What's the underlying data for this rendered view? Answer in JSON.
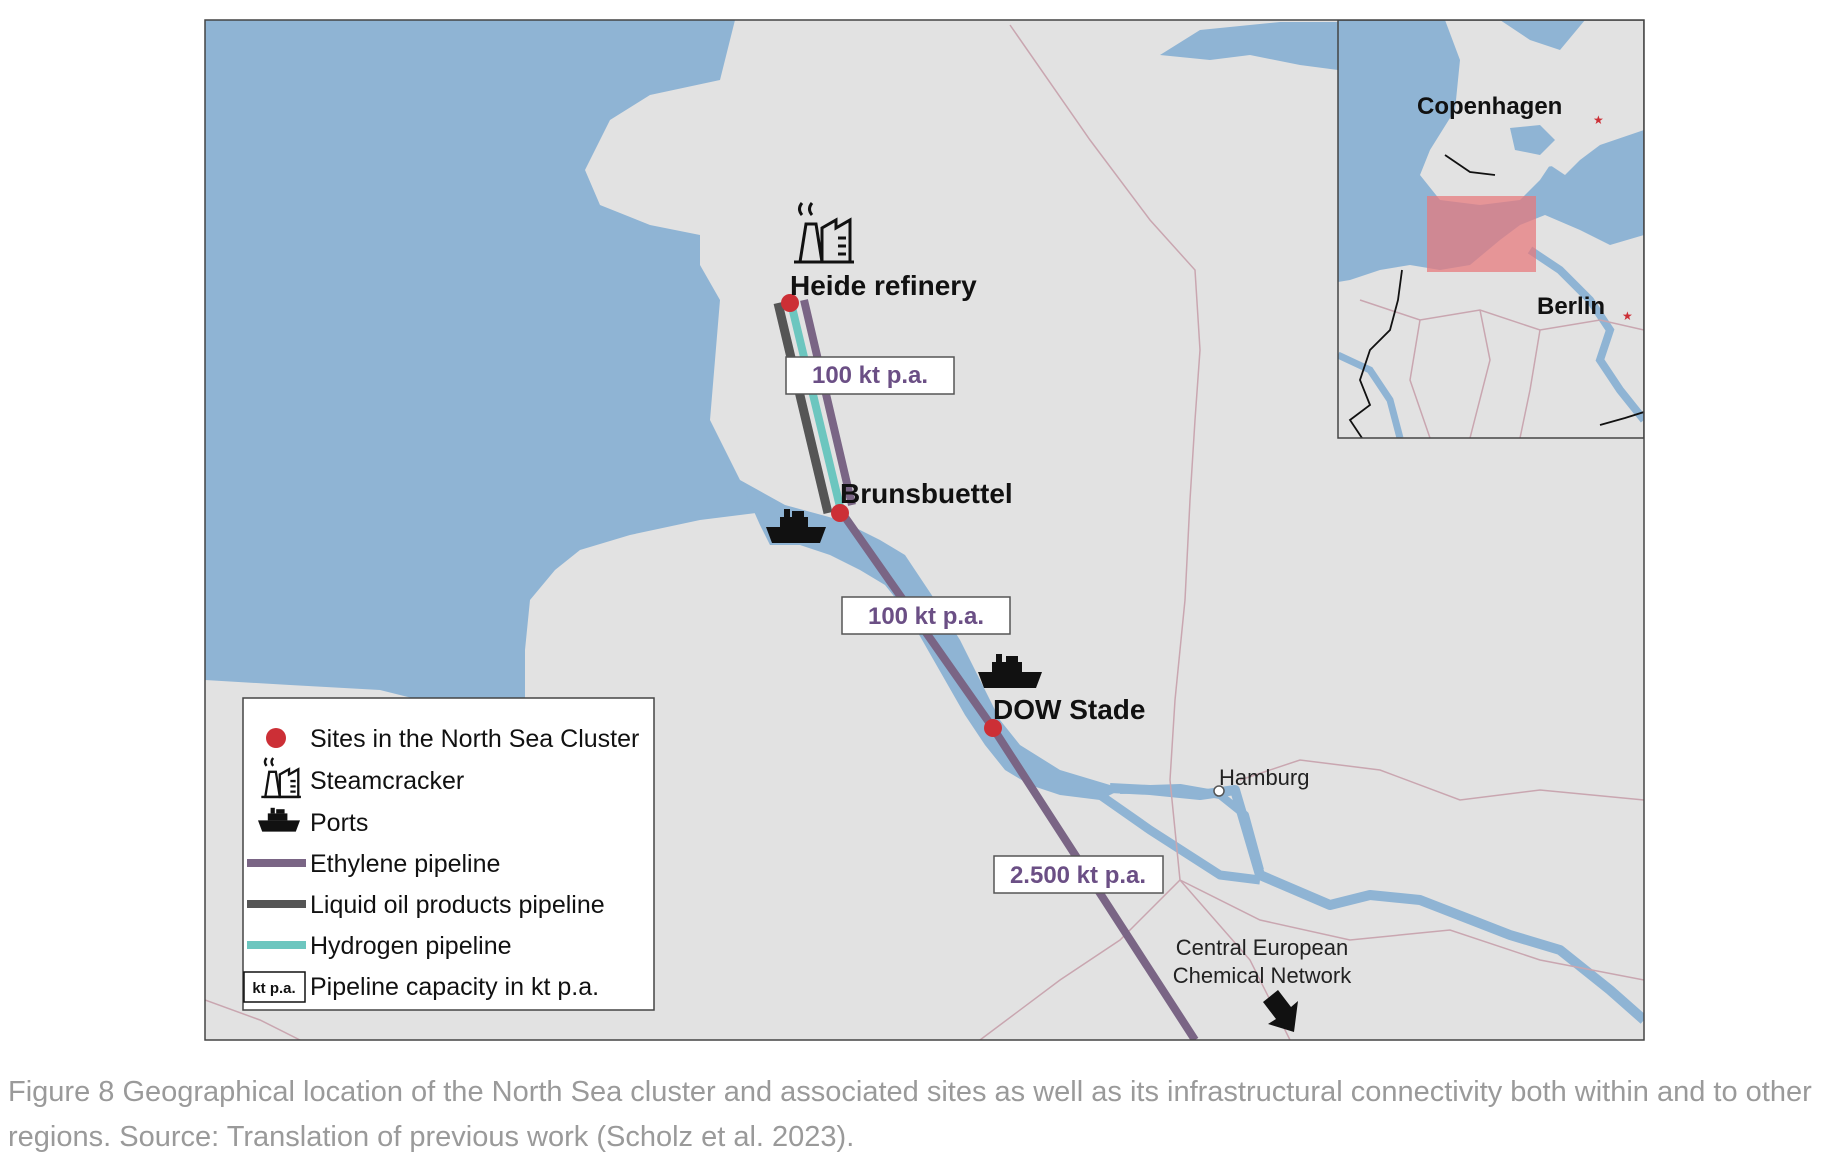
{
  "map": {
    "sites": {
      "heide": "Heide refinery",
      "brunsbuettel": "Brunsbuettel",
      "stade": "DOW Stade"
    },
    "cities": {
      "hamburg": "Hamburg",
      "network_line1": "Central European",
      "network_line2": "Chemical Network"
    },
    "capacities": {
      "heide_brunsbuettel": "100 kt p.a.",
      "brunsbuettel_stade": "100 kt p.a.",
      "stade_south": "2.500 kt p.a."
    },
    "inset": {
      "copenhagen": "Copenhagen",
      "berlin": "Berlin"
    },
    "colors": {
      "water": "#8fb4d4",
      "land": "#e2e2e2",
      "site_marker": "#cc2f36",
      "ethylene": "#7a6585",
      "liquid_oil": "#555555",
      "hydrogen": "#6cc6bf",
      "inset_highlight": "#e8777a"
    }
  },
  "legend": {
    "sites": "Sites in the North Sea Cluster",
    "steamcracker": "Steamcracker",
    "ports": "Ports",
    "ethylene": "Ethylene pipeline",
    "liquid_oil": "Liquid oil products pipeline",
    "hydrogen": "Hydrogen pipeline",
    "capacity_badge": "kt p.a.",
    "capacity": "Pipeline capacity in kt p.a."
  },
  "caption": "Figure 8 Geographical location of the North Sea cluster and associated sites as well as its infrastructural connectivity both within and to other regions. Source: Translation of previous work (Scholz et al. 2023)."
}
